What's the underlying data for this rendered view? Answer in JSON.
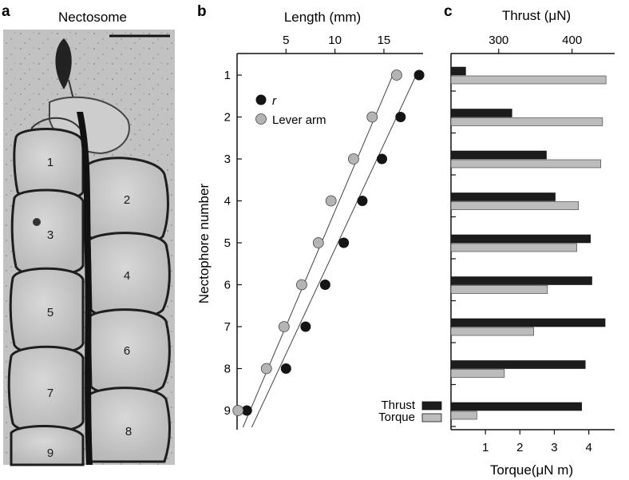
{
  "panel_a": {
    "letter": "a",
    "title": "Nectosome",
    "nectophore_labels": [
      "1",
      "2",
      "3",
      "4",
      "5",
      "6",
      "7",
      "8",
      "9"
    ]
  },
  "panel_b": {
    "letter": "b"
  },
  "panel_c": {
    "letter": "c"
  },
  "colors": {
    "thrust": "#1c1c1c",
    "torque": "#bcbcbc",
    "lever_arm": "#b4b4b4",
    "r": "#141414"
  },
  "chart_data": [
    {
      "type": "scatter",
      "panel": "b",
      "xlabel": "Length (mm)",
      "ylabel": "Nectophore number",
      "x_axis_position": "top",
      "y_inverted": true,
      "xlim": [
        0,
        19
      ],
      "ylim": [
        0.5,
        9.5
      ],
      "xticks": [
        "5",
        "10",
        "15"
      ],
      "yticks": [
        "1",
        "2",
        "3",
        "4",
        "5",
        "6",
        "7",
        "8",
        "9"
      ],
      "series": [
        {
          "name": "r",
          "marker": "filled-black",
          "x": [
            18.6,
            16.7,
            14.8,
            12.8,
            10.9,
            9.0,
            7.0,
            5.0,
            1.0
          ],
          "y": [
            1,
            2,
            3,
            4,
            5,
            6,
            7,
            8,
            9
          ],
          "fit": [
            [
              18.4,
              0.95
            ],
            [
              1.5,
              9.4
            ]
          ]
        },
        {
          "name": "Lever arm",
          "marker": "filled-gray",
          "x": [
            16.3,
            13.8,
            11.9,
            9.6,
            8.3,
            6.6,
            4.8,
            3.0,
            0.1
          ],
          "y": [
            1,
            2,
            3,
            4,
            5,
            6,
            7,
            8,
            9
          ],
          "fit": [
            [
              16.0,
              0.95
            ],
            [
              0.6,
              9.4
            ]
          ]
        }
      ],
      "legend": "upper-left",
      "grid": false
    },
    {
      "type": "bar",
      "orientation": "horizontal",
      "panel": "c",
      "categories": [
        "1",
        "2",
        "3",
        "4",
        "5",
        "6",
        "7",
        "8",
        "9"
      ],
      "series": [
        {
          "name": "Thrust",
          "axis": "top",
          "unit_label": "Thrust (μN)",
          "values": [
            255,
            318,
            365,
            377,
            425,
            427,
            445,
            418,
            413
          ]
        },
        {
          "name": "Torque",
          "axis": "bottom",
          "unit_label": "Torque(μN m)",
          "values": [
            4.5,
            4.4,
            4.35,
            3.7,
            3.65,
            2.8,
            2.4,
            1.55,
            0.75
          ]
        }
      ],
      "top_axis": {
        "label": "Thrust (μN)",
        "lim": [
          235,
          458
        ],
        "ticks": [
          "300",
          "400"
        ]
      },
      "bottom_axis": {
        "label": "Torque(μN m)",
        "lim": [
          0,
          4.75
        ],
        "ticks": [
          "1",
          "2",
          "3",
          "4"
        ]
      },
      "legend": "lower-left",
      "grid": false
    }
  ]
}
